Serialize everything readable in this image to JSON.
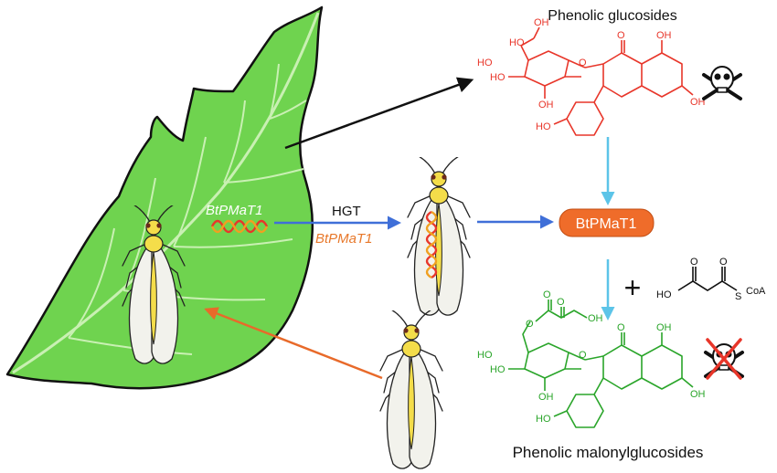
{
  "titles": {
    "top": "Phenolic glucosides",
    "bottom": "Phenolic malonylglucosides"
  },
  "labels": {
    "gene_on_leaf": "BtPMaT1",
    "gene_transfer": "BtPMaT1",
    "hgt": "HGT",
    "enzyme": "BtPMaT1",
    "plus": "+"
  },
  "chem": {
    "oh": "OH",
    "ho": "HO",
    "o": "O",
    "s": "S",
    "coa": "CoA"
  },
  "colors": {
    "leaf": "#6fd34f",
    "toxic_compound": "#e8362a",
    "detox_compound": "#2aa52a",
    "enzyme_fill": "#ef6c2a",
    "hgt_arrow": "#3f6fd8",
    "pathway_arrow": "#5cc4e8",
    "return_arrow": "#e86a2a",
    "gene_label": "#e8782a"
  },
  "icons": {
    "toxic": "skull-crossbones-icon",
    "detoxified": "crossed-out-skull-icon"
  }
}
